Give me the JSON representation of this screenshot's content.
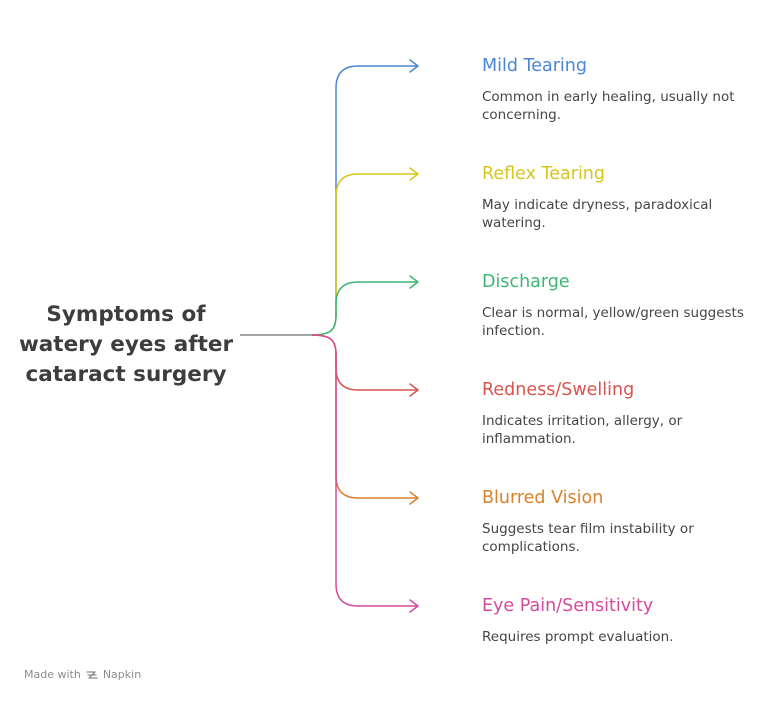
{
  "title_lines": [
    "Symptoms of",
    "watery eyes after",
    "cataract surgery"
  ],
  "items": [
    {
      "label": "Mild Tearing",
      "description_lines": [
        "Common in early healing, usually not",
        "concerning."
      ],
      "color": "#4a86d4"
    },
    {
      "label": "Reflex Tearing",
      "description_lines": [
        "May indicate dryness, paradoxical",
        "watering."
      ],
      "color": "#d9c51c"
    },
    {
      "label": "Discharge",
      "description_lines": [
        "Clear is normal, yellow/green suggests",
        "infection."
      ],
      "color": "#3db675"
    },
    {
      "label": "Redness/Swelling",
      "description_lines": [
        "Indicates irritation, allergy, or",
        "inflammation."
      ],
      "color": "#d9534f"
    },
    {
      "label": "Blurred Vision",
      "description_lines": [
        "Suggests tear film instability or",
        "complications."
      ],
      "color": "#d9822b"
    },
    {
      "label": "Eye Pain/Sensitivity",
      "description_lines": [
        "Requires prompt evaluation."
      ],
      "color": "#d44a9c"
    }
  ],
  "footer": {
    "prefix": "Made with",
    "brand": "Napkin"
  }
}
